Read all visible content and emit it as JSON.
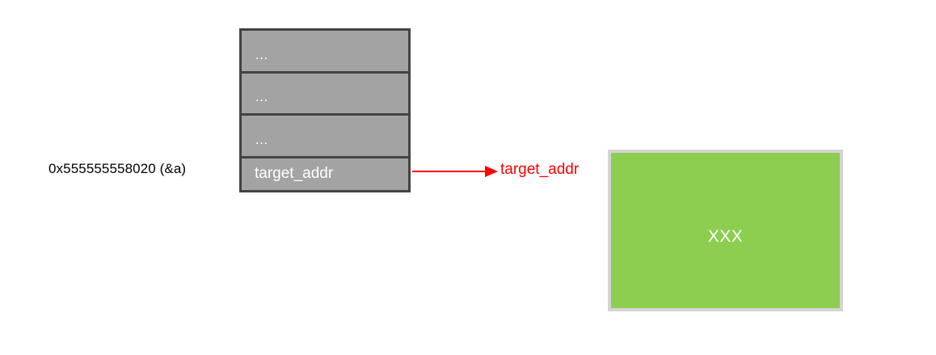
{
  "diagram": {
    "title": "memory-address-pointer-diagram",
    "address_label": "0x555555558020 (&a)",
    "stack": {
      "rows": [
        {
          "text": "…",
          "kind": "ellipsis"
        },
        {
          "text": "…",
          "kind": "ellipsis"
        },
        {
          "text": "…",
          "kind": "ellipsis"
        },
        {
          "text": "target_addr",
          "kind": "value"
        }
      ],
      "fill_color": "#a3a3a3",
      "border_color": "#434343"
    },
    "arrow": {
      "label": "arrow-right",
      "color": "#ff0000"
    },
    "pointer_label": "target_addr",
    "target_block": {
      "text": "XXX",
      "fill_color": "#8cce4f",
      "border_color": "#d4d4d4",
      "text_color": "#ffffff"
    }
  }
}
